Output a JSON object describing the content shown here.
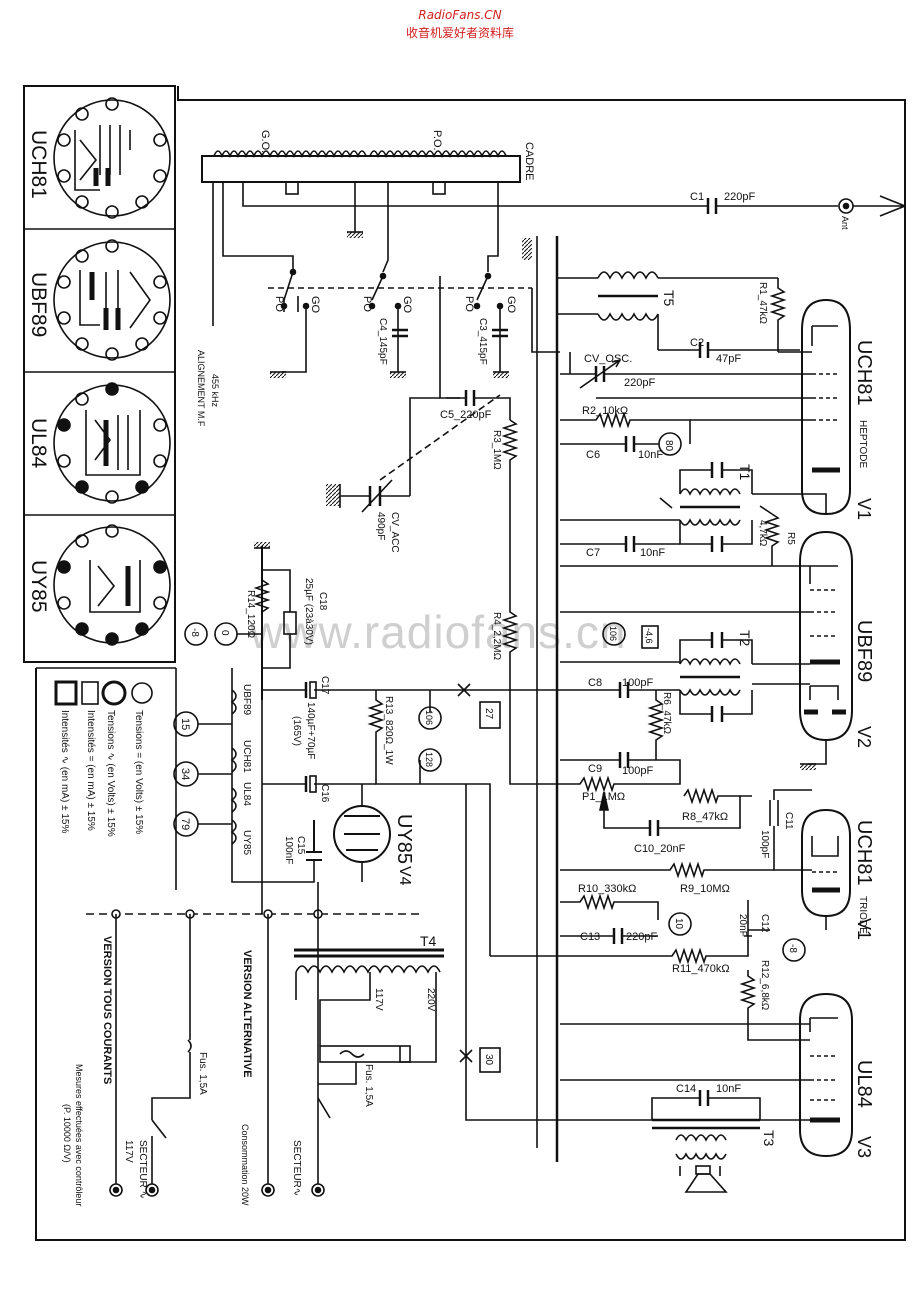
{
  "header": {
    "site": "RadioFans.CN",
    "subtitle": "收音机爱好者资料库",
    "watermark": "www.radiofans.cn"
  },
  "colors": {
    "header": "#d21f1f",
    "ink": "#111111",
    "paper": "#ffffff",
    "watermark": "#cfcfcf"
  },
  "tube_panels": [
    "UCH81",
    "UBF89",
    "UL84",
    "UY85"
  ],
  "tubes": {
    "v1_heptode": "UCH81",
    "v1_heptode_sub": "HEPTODE",
    "v1_label": "V1",
    "v2": "UBF89",
    "v2_label": "V2",
    "v1_triode": "UCH81",
    "v1_triode_sub": "TRIODE",
    "v1b_label": "V1",
    "v3": "UL84",
    "v3_label": "V3",
    "v4": "UY85",
    "v4_label": "V4"
  },
  "antenna": {
    "cadre": "CADRE",
    "go": "G.O.",
    "po": "P.O.",
    "c1": "C1",
    "c1_val": "220pF",
    "ant": "Ant"
  },
  "switches": {
    "po": "PO",
    "go": "GO"
  },
  "align": {
    "line1": "ALIGNEMENT M.F",
    "line2": "455 kHz"
  },
  "components": {
    "c4": "C4_145pF",
    "c3": "C3_415pF",
    "cv_osc": "CV_OSC.",
    "cv_osc_val": "220pF",
    "c2": "C2",
    "c2_val": "47pF",
    "c5": "C5_220pF",
    "r2": "R2_10kΩ",
    "c6": "C6",
    "c6_val": "10nF",
    "r3": "R3_1MΩ",
    "cv_acc": "CV_ACC",
    "cv_acc_val": "490pF",
    "r1": "R1_47kΩ",
    "t5": "T5",
    "t1": "T1",
    "r5": "R5",
    "r5_val": "4,7kΩ",
    "c7": "C7",
    "c7_val": "10nF",
    "r14": "R14_120Ω",
    "c18": "C18",
    "c18_val": "25µF (23à30V)",
    "r4": "R4_2,2MΩ",
    "t2": "T2",
    "c8": "C8",
    "c8_val": "100pF",
    "r6": "R6_47kΩ",
    "c17": "C17",
    "c17_val": "140µF+70µF",
    "c17_v": "(165V)",
    "r13": "R13_820Ω_1W",
    "c16": "C16",
    "c9": "C9",
    "c9_val": "100pF",
    "p1": "P1_1MΩ",
    "r8": "R8_47kΩ",
    "c11": "C11",
    "c11_val": "100pF",
    "c10": "C10_20nF",
    "c15": "C15",
    "c15_val": "100nF",
    "r9": "R9_10MΩ",
    "r10": "R10_330kΩ",
    "c13": "C13",
    "c13_val": "220pF",
    "c12": "C12",
    "c12_val": "20nF",
    "r11": "R11_470kΩ",
    "r12": "R12_6,8kΩ",
    "t4": "T4",
    "tap117": "117V",
    "tap220": "220V",
    "fus1": "Fus. 1,5A",
    "fus2": "Fus. 1,5A",
    "c14": "C14",
    "c14_val": "10nF",
    "t3": "T3"
  },
  "points": {
    "m80": "80",
    "m106a": "106",
    "m4_6": "-4,6",
    "m0": "0",
    "m_8a": "-8",
    "m106b": "106",
    "m27": "27",
    "m128": "128",
    "m10": "10",
    "m_8b": "-8",
    "m30": "30"
  },
  "heater": {
    "n15": "15",
    "n34": "34",
    "n79": "79",
    "ubf89": "UBF89",
    "uch81": "UCH81",
    "ul84": "UL84",
    "uy85": "UY85"
  },
  "legend": {
    "l1": "Tensions = (en Volts) ± 15%",
    "l2": "Tensions ∿ (en Volts) ± 15%",
    "l3": "Intensités = (en mA) ± 15%",
    "l4": "Intensités ∿ (en mA) ± 15%"
  },
  "versions": {
    "tous_courants": "VERSION TOUS COURANTS",
    "alternative": "VERSION ALTERNATIVE",
    "secteur1": "SECTEUR ∿",
    "secteur1_b": "117V",
    "secteur2": "SECTEUR∿",
    "consommation": "Consommation 20W",
    "mesures1": "Mesures effectuées avec contrôleur",
    "mesures2": "(P. 10000 Ω/V)"
  }
}
